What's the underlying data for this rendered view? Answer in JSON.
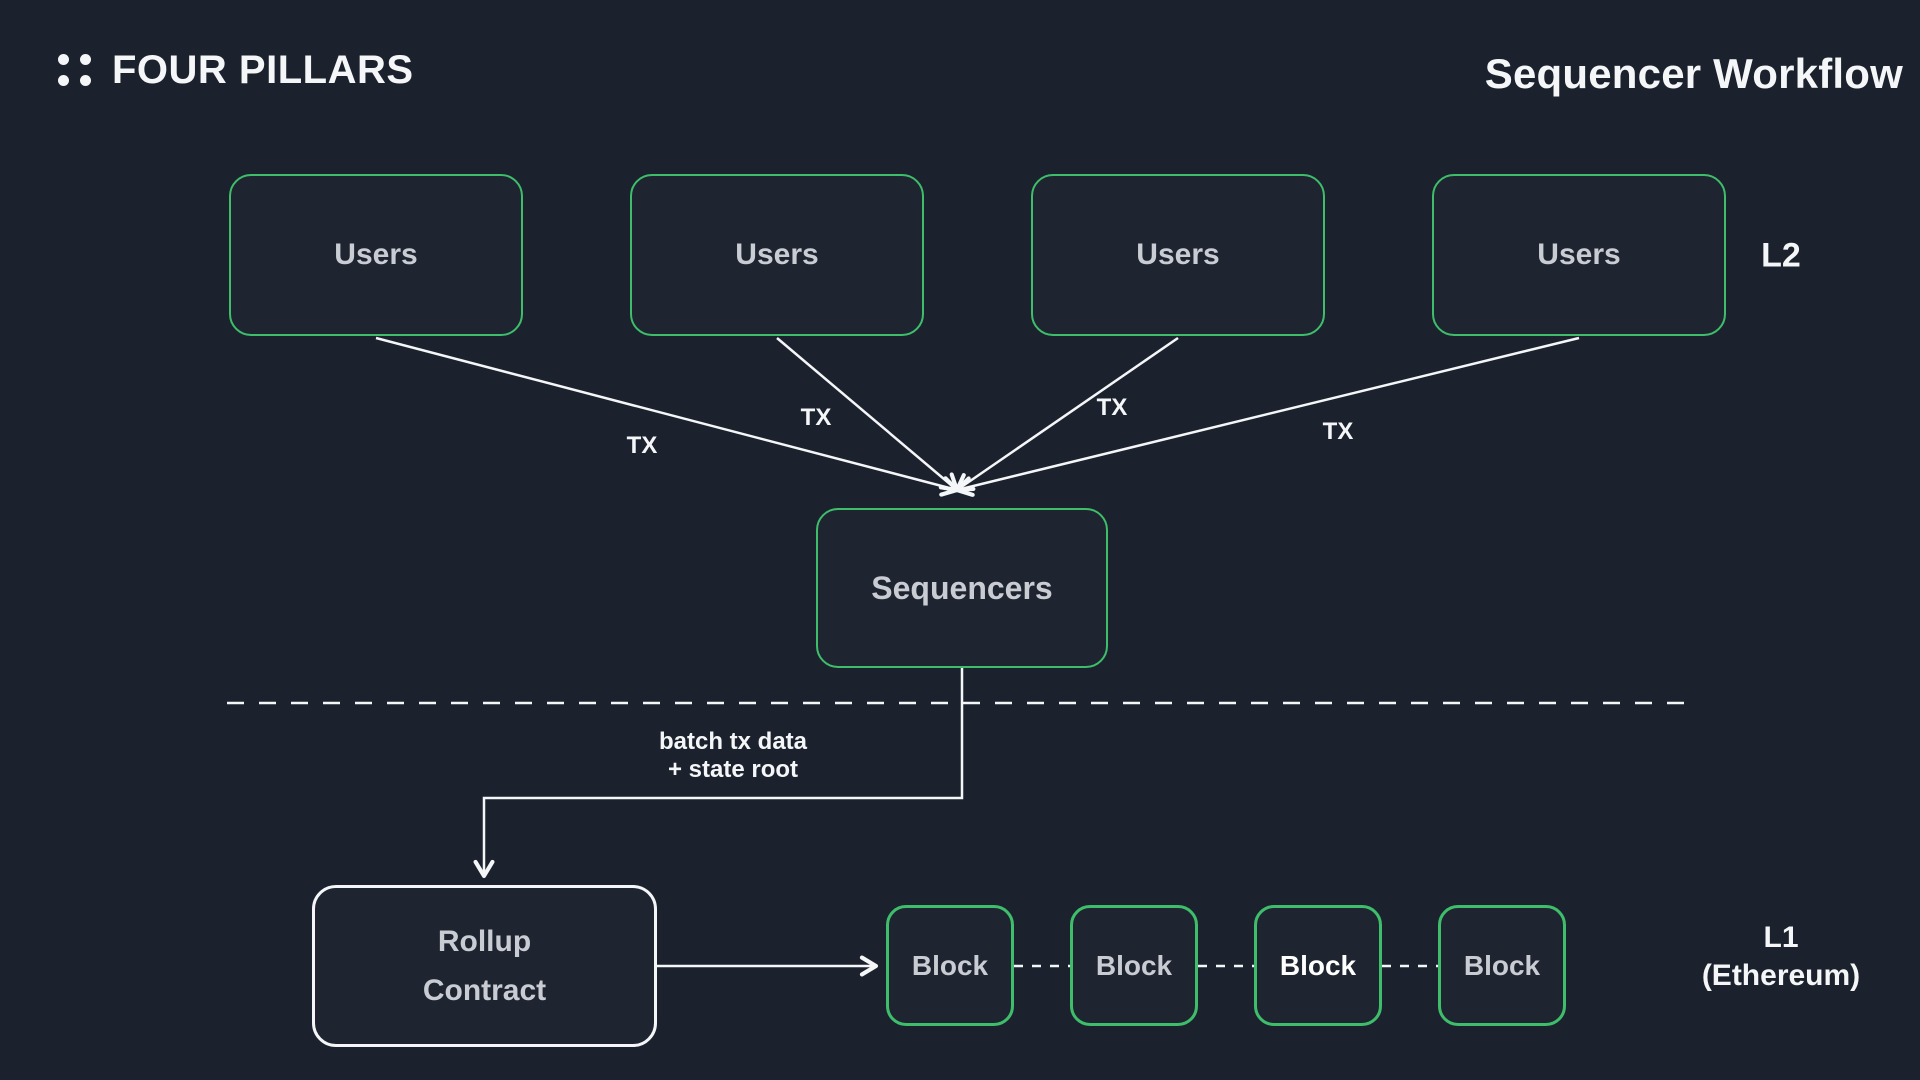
{
  "header": {
    "brand": "FOUR PILLARS",
    "title": "Sequencer Workflow"
  },
  "nodes": {
    "users": [
      {
        "label": "Users"
      },
      {
        "label": "Users"
      },
      {
        "label": "Users"
      },
      {
        "label": "Users"
      }
    ],
    "sequencers": {
      "label": "Sequencers"
    },
    "rollup_contract": {
      "lines": [
        "Rollup",
        "Contract"
      ]
    },
    "blocks": [
      {
        "label": "Block"
      },
      {
        "label": "Block"
      },
      {
        "label": "Block"
      },
      {
        "label": "Block"
      }
    ]
  },
  "edge_labels": {
    "tx": [
      "TX",
      "TX",
      "TX",
      "TX"
    ],
    "batch_lines": [
      "batch tx data",
      "+ state root"
    ]
  },
  "layer_labels": {
    "l2": "L2",
    "l1_lines": [
      "L1",
      "(Ethereum)"
    ]
  },
  "colors": {
    "background": "#1b222d",
    "surface": "#1e2531",
    "green": "#3ebe6a",
    "line": "#f4f6f8",
    "text_bright": "#f4f6f8",
    "text_muted": "#c9cdd3"
  }
}
